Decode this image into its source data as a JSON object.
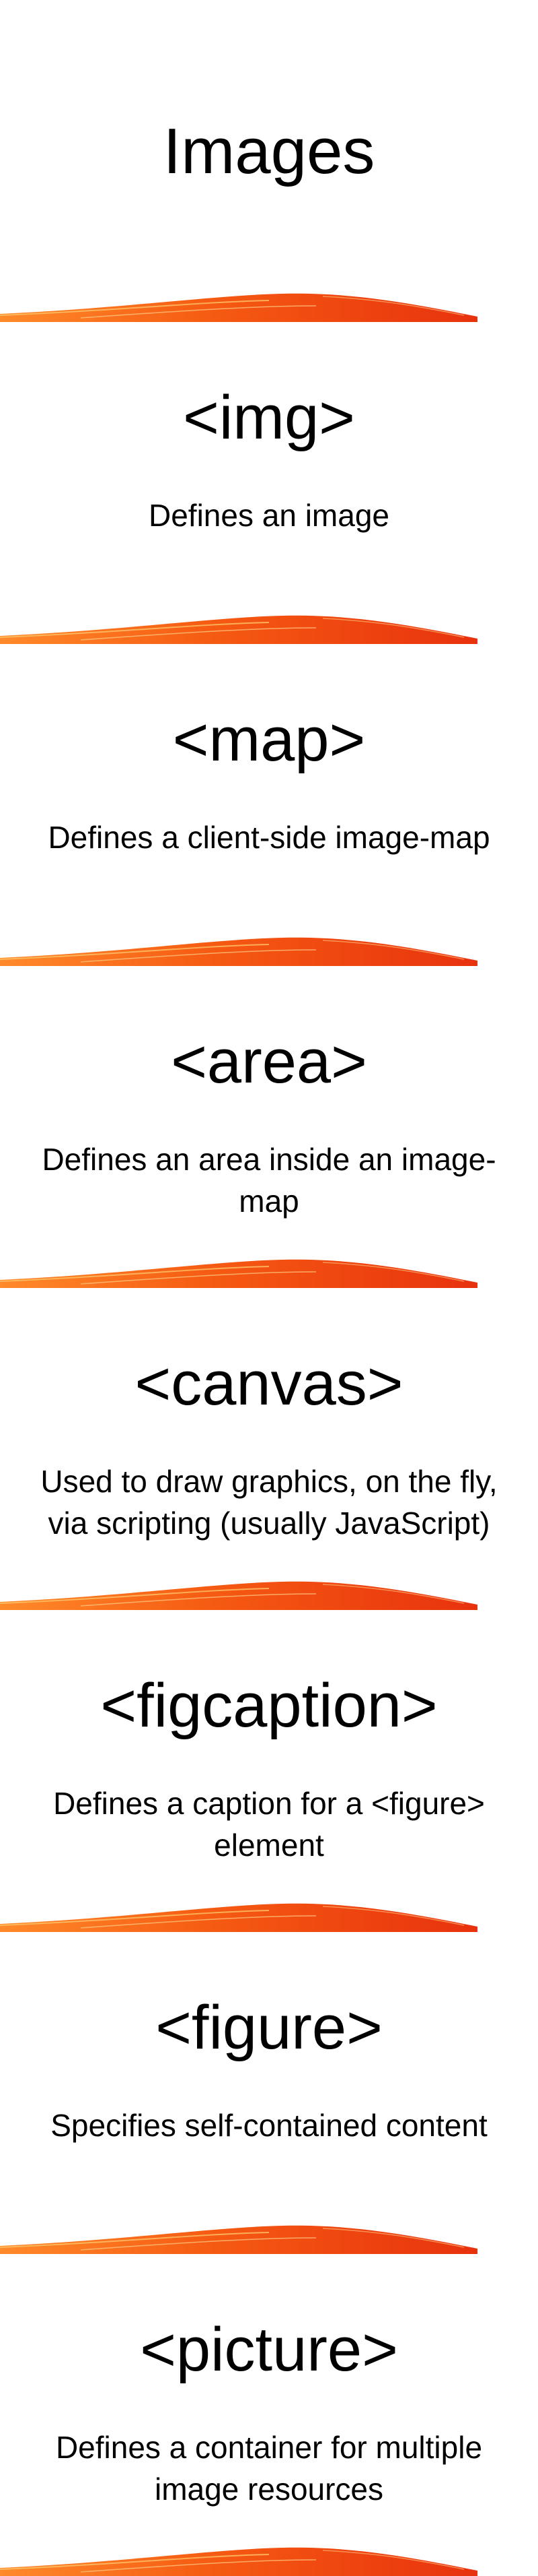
{
  "slides": [
    {
      "title": "Images",
      "description": ""
    },
    {
      "title": "<img>",
      "description": "Defines an image"
    },
    {
      "title": "<map>",
      "description": "Defines a client-side image-map"
    },
    {
      "title": "<area>",
      "description": "Defines an area inside an image-map"
    },
    {
      "title": "<canvas>",
      "description": "Used to draw graphics, on the fly, via scripting (usually JavaScript)"
    },
    {
      "title": "<figcaption>",
      "description": "Defines a caption for a <figure> element"
    },
    {
      "title": "<figure>",
      "description": "Specifies self-contained content"
    },
    {
      "title": "<picture>",
      "description": "Defines a container for multiple image resources"
    }
  ],
  "theme": {
    "background": "#ffffff",
    "wave_dark": "#e8320e",
    "wave_mid": "#f56a1a",
    "wave_light": "#ffb43c",
    "text": "#000000"
  }
}
